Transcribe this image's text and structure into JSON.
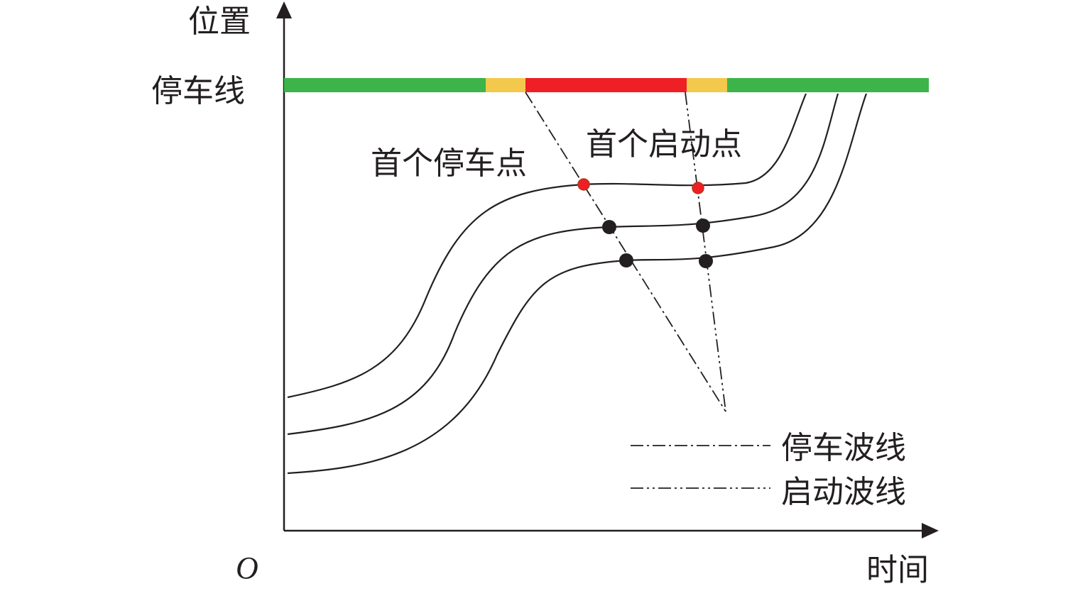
{
  "axes": {
    "y_label": "位置",
    "x_label": "时间",
    "origin": "O",
    "stop_line_label": "停车线"
  },
  "signal": {
    "phases": [
      {
        "name": "green",
        "color": "#3cb44a"
      },
      {
        "name": "yellow",
        "color": "#f2c94c"
      },
      {
        "name": "red",
        "color": "#ee1f25"
      },
      {
        "name": "yellow",
        "color": "#f2c94c"
      },
      {
        "name": "green",
        "color": "#3cb44a"
      }
    ]
  },
  "annotations": {
    "first_stop_point": "首个停车点",
    "first_start_point": "首个启动点"
  },
  "legend": [
    {
      "label": "停车波线",
      "style": "dash-dot"
    },
    {
      "label": "启动波线",
      "style": "dash-dot-dot"
    }
  ],
  "colors": {
    "highlight_point": "#ee1f25",
    "vehicle_point": "#231f20"
  }
}
